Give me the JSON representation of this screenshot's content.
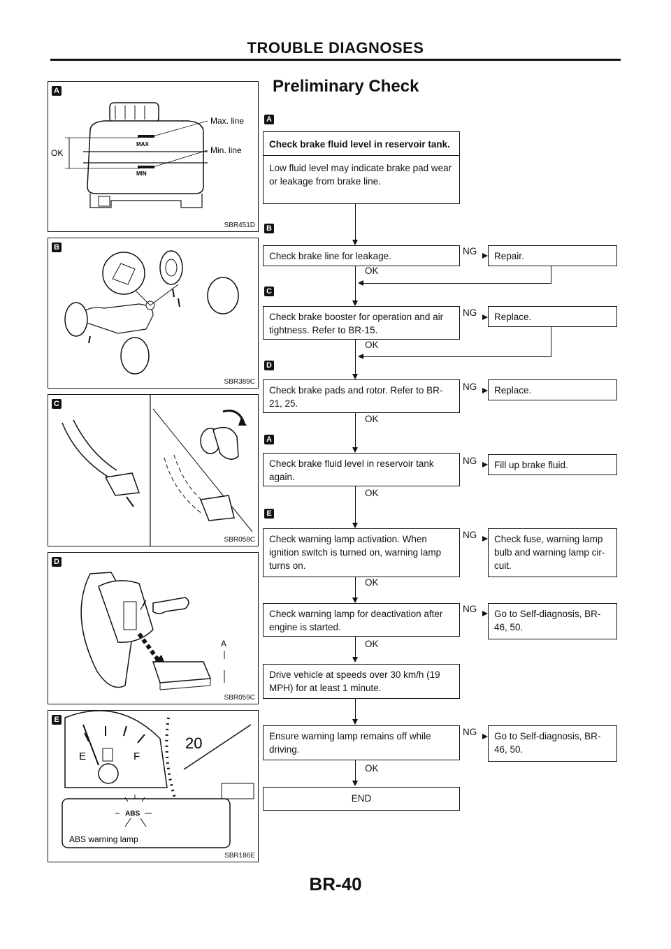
{
  "header": {
    "title": "TROUBLE DIAGNOSES"
  },
  "section": {
    "title": "Preliminary Check"
  },
  "footer": {
    "page": "BR-40"
  },
  "figures": [
    {
      "marker": "A",
      "caption": "SBR451D",
      "labels": {
        "max": "Max. line",
        "min": "Min. line",
        "ok": "OK",
        "max_mark": "MAX",
        "min_mark": "MIN"
      }
    },
    {
      "marker": "B",
      "caption": "SBR389C"
    },
    {
      "marker": "C",
      "caption": "SBR058C"
    },
    {
      "marker": "D",
      "caption": "SBR059C",
      "labels": {
        "a": "A"
      }
    },
    {
      "marker": "E",
      "caption": "SBR186E",
      "labels": {
        "abs": "ABS",
        "abs_lamp": "ABS warning lamp",
        "e": "E",
        "f": "F",
        "speed": "20"
      }
    }
  ],
  "flow": {
    "markers": [
      "A",
      "B",
      "C",
      "D",
      "A",
      "E"
    ],
    "ng": "NG",
    "ok": "OK",
    "step1": {
      "title": "Check brake fluid level in reservoir tank.",
      "text": "Low fluid level may indicate brake pad wear or leakage from brake line."
    },
    "step2": {
      "text": "Check brake line for leakage.",
      "ng_action": "Repair."
    },
    "step3": {
      "text": "Check brake booster for operation and air tightness. Refer to BR-15.",
      "ng_action": "Replace."
    },
    "step4": {
      "text": "Check brake pads and rotor. Refer to BR-21, 25.",
      "ng_action": "Replace."
    },
    "step5": {
      "text": "Check brake fluid level in reservoir tank again.",
      "ng_action": "Fill up brake fluid."
    },
    "step6": {
      "text": "Check warning lamp activation. When ignition switch is turned on, warning lamp turns on.",
      "ng_action": "Check fuse, warning lamp bulb and warning lamp cir- cuit."
    },
    "step7": {
      "text": "Check warning lamp for deactivation after engine is started.",
      "ng_action": "Go to Self-diagnosis, BR-46, 50."
    },
    "step8": {
      "text": "Drive vehicle at speeds over 30 km/h (19 MPH) for at least 1 minute."
    },
    "step9": {
      "text": "Ensure warning lamp remains off while driving.",
      "ng_action": "Go to Self-diagnosis, BR-46, 50."
    },
    "end": "END"
  }
}
